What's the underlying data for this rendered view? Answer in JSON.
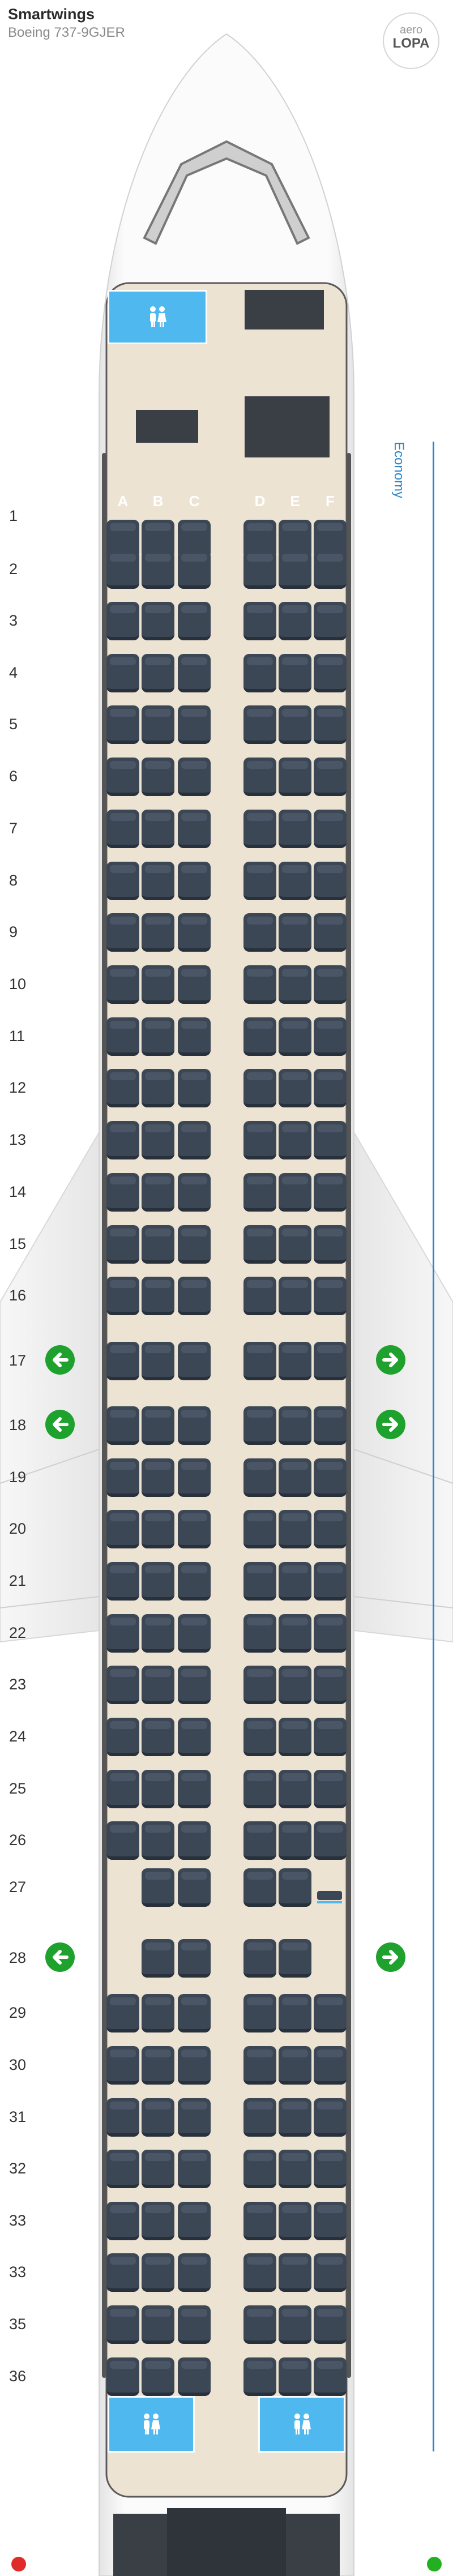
{
  "header": {
    "airline": "Smartwings",
    "aircraft": "Boeing 737-9GJER"
  },
  "logo": {
    "top": "aero",
    "bottom": "LOPA"
  },
  "cabin": {
    "label": "Economy",
    "color": "#2e87c8"
  },
  "colors": {
    "seat": "#3b4755",
    "floor": "#ede3d3",
    "lavatory": "#4fb9ef",
    "exit": "#1fa12e",
    "fuselage": "#f4f4f4"
  },
  "seat_letters": [
    "A",
    "B",
    "C",
    "D",
    "E",
    "F"
  ],
  "rows": [
    "1",
    "2",
    "3",
    "4",
    "5",
    "6",
    "7",
    "8",
    "9",
    "10",
    "11",
    "12",
    "13",
    "14",
    "15",
    "16",
    "17",
    "18",
    "19",
    "20",
    "21",
    "22",
    "23",
    "24",
    "25",
    "26",
    "27",
    "28",
    "29",
    "30",
    "31",
    "32",
    "33",
    "33",
    "35",
    "36"
  ],
  "exit_rows": [
    "17",
    "18",
    "28"
  ],
  "icons": {
    "exit": "arrow-exit-icon",
    "lavatory": "lavatory-icon",
    "galley": "galley-icon"
  },
  "status_dots": {
    "left": "#e02b2b",
    "right": "#22b022"
  }
}
